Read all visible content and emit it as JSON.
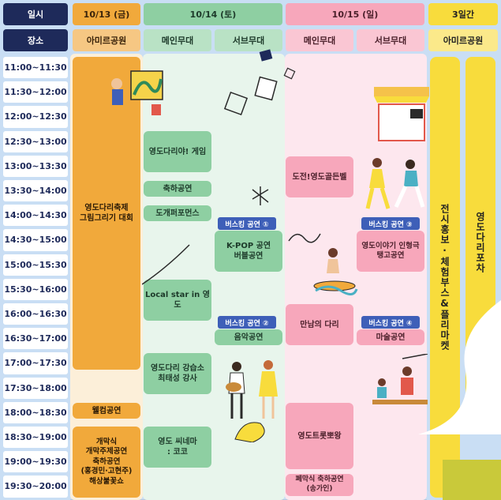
{
  "header": {
    "row1": {
      "label": "일시",
      "d1": "10/13 (금)",
      "d2": "10/14 (토)",
      "d3": "10/15 (일)",
      "d4": "3일간"
    },
    "row2": {
      "label": "장소",
      "d1": "아미르공원",
      "d2a": "메인무대",
      "d2b": "서브무대",
      "d3a": "메인무대",
      "d3b": "서브무대",
      "d4": "아미르공원"
    }
  },
  "times": [
    "11:00~11:30",
    "11:30~12:00",
    "12:00~12:30",
    "12:30~13:00",
    "13:00~13:30",
    "13:30~14:00",
    "14:00~14:30",
    "14:30~15:00",
    "15:00~15:30",
    "15:30~16:00",
    "16:00~16:30",
    "16:30~17:00",
    "17:00~17:30",
    "17:30~18:00",
    "18:00~18:30",
    "18:30~19:00",
    "19:00~19:30",
    "19:30~20:00"
  ],
  "events": {
    "d1_drawing": "영도다리축제\n그림그리기 대회",
    "d1_welcome": "웰컴공연",
    "d1_opening": "개막식\n개막주제공연\n축하공연\n(홍경민·고현주)\n해상불꽃쇼",
    "d2_game": "영도다리야! 게임",
    "d2_celebration": "축하공연",
    "d2_goblin": "도개퍼포먼스",
    "d2_localstar": "Local star in 영도",
    "d2_lecture": "영도다리 강습소\n최태성 강사",
    "d2_cinema": "영도 씨네마\n: 코코",
    "d2_busking1_tag": "버스킹 공연 ①",
    "d2_busking1": "K-POP 공연\n버블공연",
    "d2_busking2_tag": "버스킹 공연 ②",
    "d2_busking2": "음악공연",
    "d3_golden": "도전!영도골든벨",
    "d3_bridge": "만남의 다리",
    "d3_trot": "영도트롯뽀왕",
    "d3_closing": "폐막식 축하공연\n(송가인)",
    "d3_busking3_tag": "버스킹 공연 ③",
    "d3_busking3": "영도이야기 인형극\n탱고공연",
    "d3_busking4_tag": "버스킹 공연 ④",
    "d3_busking4": "마술공연",
    "d4_expo": "전시홍보·체험부스&플리마켓",
    "d4_pocha": "영도다리포차"
  }
}
